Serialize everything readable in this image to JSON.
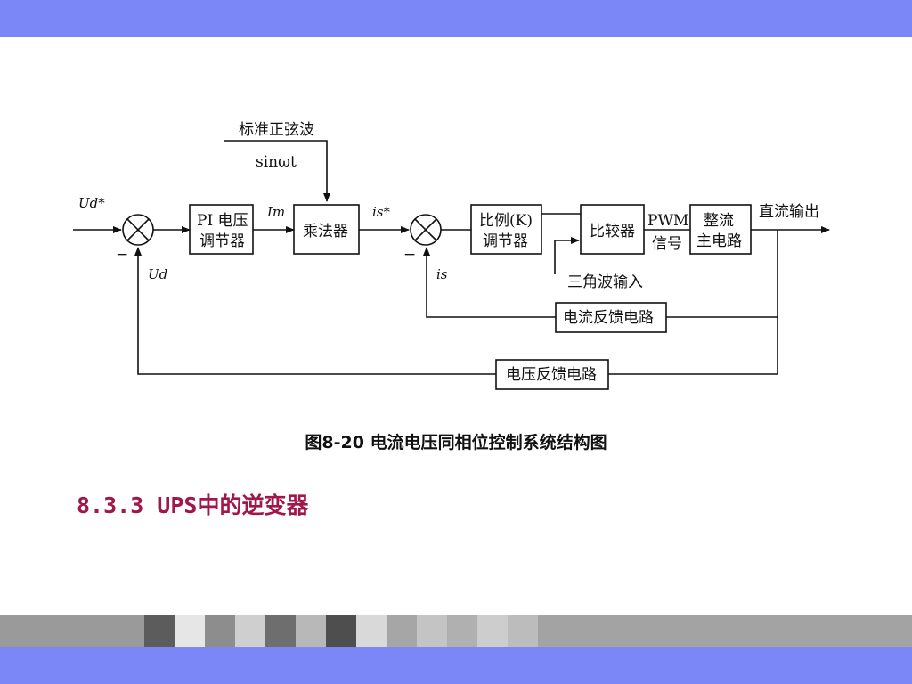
{
  "diagram": {
    "input_reference_label": "Ud*",
    "sine_reference_label": "标准正弦波",
    "sine_formula": "sinωt",
    "pi_block": {
      "line1": "PI 电压",
      "line2": "调节器"
    },
    "multiplier_block": "乘法器",
    "im_label": "Im",
    "is_ref_label": "is*",
    "p_block": {
      "line1": "比例(K)",
      "line2": "调节器"
    },
    "comparator_block": "比较器",
    "pwm_label": "PWM",
    "pwm_label2": "信号",
    "rectifier_block": {
      "line1": "整流",
      "line2": "主电路"
    },
    "output_label": "直流输出",
    "triangle_label": "三角波输入",
    "current_feedback_block": "电流反馈电路",
    "voltage_feedback_block": "电压反馈电路",
    "ud_feedback_label": "Ud",
    "is_feedback_label": "is",
    "minus_sign": "−"
  },
  "caption": "图8-20 电流电压同相位控制系统结构图",
  "heading": "8.3.3 UPS中的逆变器"
}
